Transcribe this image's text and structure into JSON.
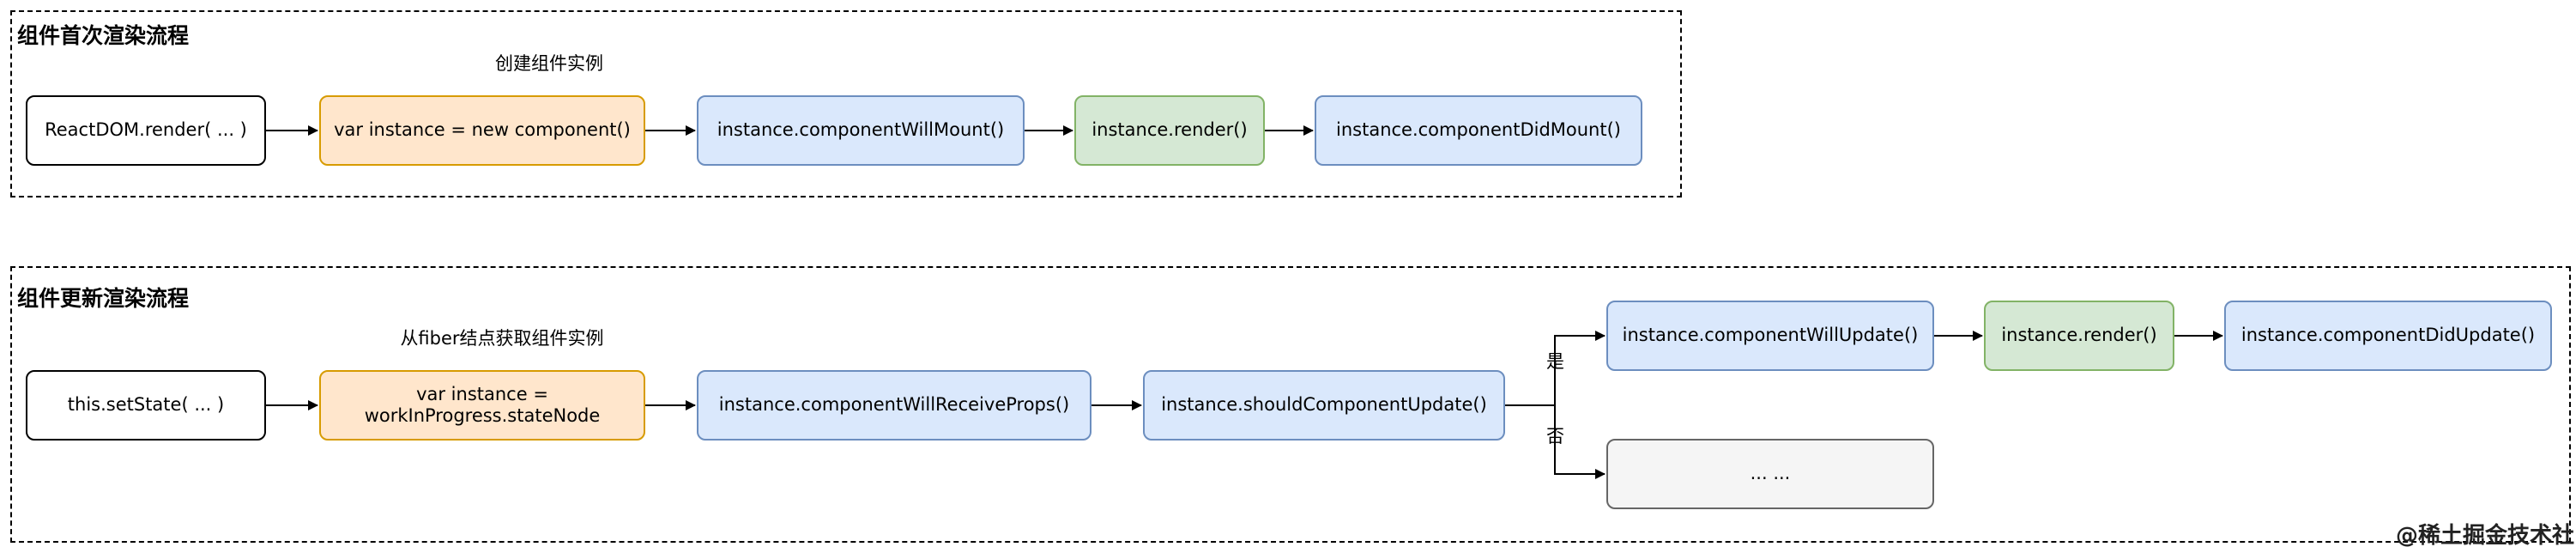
{
  "render_flow": {
    "title": "组件首次渲染流程",
    "caption": "创建组件实例",
    "nodes": [
      "ReactDOM.render( ... )",
      "var instance = new component()",
      "instance.componentWillMount()",
      "instance.render()",
      "instance.componentDidMount()"
    ]
  },
  "update_flow": {
    "title": "组件更新渲染流程",
    "caption": "从fiber结点获取组件实例",
    "start": "this.setState( ... )",
    "get_instance": [
      "var instance =",
      "workInProgress.stateNode"
    ],
    "will_receive_props": "instance.componentWillReceiveProps()",
    "should_update": "instance.shouldComponentUpdate()",
    "yes_label": "是",
    "no_label": "否",
    "yes_branch": [
      "instance.componentWillUpdate()",
      "instance.render()",
      "instance.componentDidUpdate()"
    ],
    "no_branch": "... ..."
  },
  "watermark": "@稀土掘金技术社区",
  "colors": {
    "orange_fill": "#ffe6cc",
    "orange_stroke": "#d79b00",
    "blue_fill": "#dae8fc",
    "blue_stroke": "#6c8ebf",
    "green_fill": "#d5e8d4",
    "green_stroke": "#82b366",
    "gray_fill": "#f5f5f5",
    "gray_stroke": "#666666"
  }
}
